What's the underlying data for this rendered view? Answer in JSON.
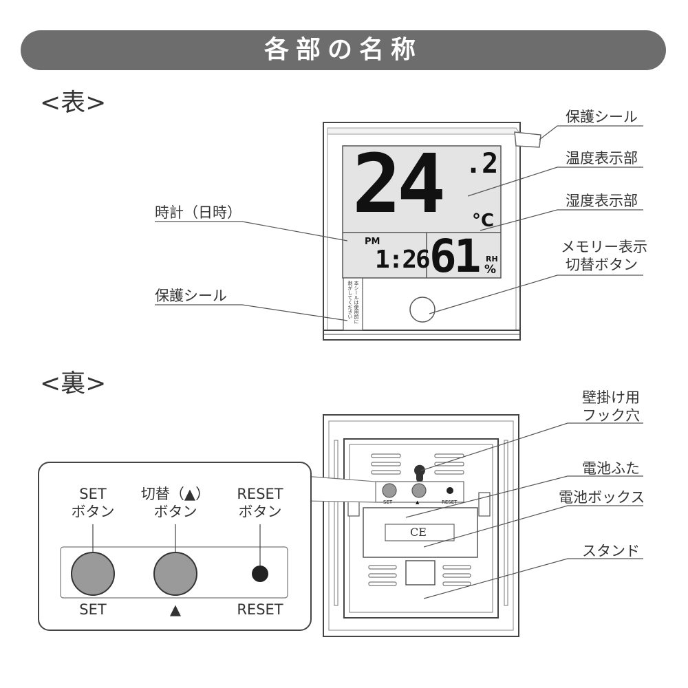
{
  "title": "各部の名称",
  "front": {
    "heading": "<表>",
    "labels": {
      "protect_seal_right": "保護シール",
      "temp_display": "温度表示部",
      "humidity_display": "湿度表示部",
      "memory_line1": "メモリー表示",
      "memory_line2": "切替ボタン",
      "clock": "時計（日時）",
      "protect_seal_left": "保護シール"
    },
    "lcd": {
      "temp_int": "24",
      "temp_dec": ".2",
      "temp_unit": "°C",
      "ampm": "PM",
      "time": "1:26",
      "humidity": "61",
      "rh": "RH",
      "pct": "%"
    },
    "seal_text": "本シールは使用前に剥がしてください"
  },
  "back": {
    "heading": "<裏>",
    "labels": {
      "hook_line1": "壁掛け用",
      "hook_line2": "フック穴",
      "battery_cover": "電池ふた",
      "battery_box": "電池ボックス",
      "stand": "スタンド"
    },
    "device_buttons": {
      "set": "SET",
      "up": "▲",
      "reset": "RESET"
    },
    "ce_mark": "CE"
  },
  "inset": {
    "set_line1": "SET",
    "set_line2": "ボタン",
    "toggle_line1": "切替（▲）",
    "toggle_line2": "ボタン",
    "reset_line1": "RESET",
    "reset_line2": "ボタン",
    "set_below": "SET",
    "up_below": "▲",
    "reset_below": "RESET"
  }
}
